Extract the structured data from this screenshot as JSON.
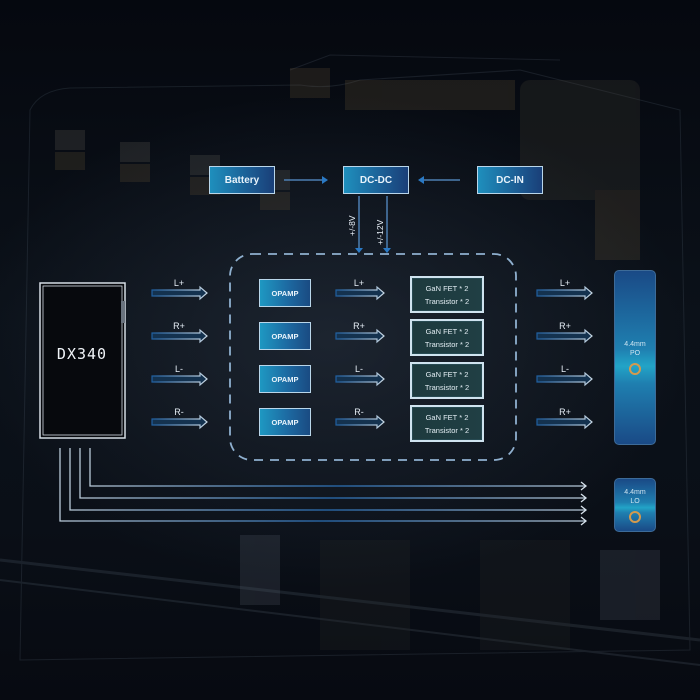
{
  "power": {
    "battery": "Battery",
    "dcdc": "DC-DC",
    "dcin": "DC-IN",
    "rails": [
      "+/-8V",
      "+/-12V"
    ]
  },
  "device": {
    "name": "DX340"
  },
  "channels": [
    {
      "input_label": "L+",
      "opamp": "OPAMP",
      "mid_label": "L+",
      "stage_line1": "GaN FET * 2",
      "stage_line2": "Transistor * 2",
      "output_label": "L+"
    },
    {
      "input_label": "R+",
      "opamp": "OPAMP",
      "mid_label": "R+",
      "stage_line1": "GaN FET * 2",
      "stage_line2": "Transistor * 2",
      "output_label": "R+"
    },
    {
      "input_label": "L-",
      "opamp": "OPAMP",
      "mid_label": "L-",
      "stage_line1": "GaN FET * 2",
      "stage_line2": "Transistor * 2",
      "output_label": "L-"
    },
    {
      "input_label": "R-",
      "opamp": "OPAMP",
      "mid_label": "R-",
      "stage_line1": "GaN FET * 2",
      "stage_line2": "Transistor * 2",
      "output_label": "R+"
    }
  ],
  "outputs": {
    "po": {
      "line1": "4.4mm",
      "line2": "PO"
    },
    "lo": {
      "line1": "4.4mm",
      "line2": "LO"
    }
  },
  "colors": {
    "accent_blue": "#1f6fb0",
    "cyan": "#22a4c7",
    "line_light": "#c9d8e6",
    "gold_ring": "#d39a4e",
    "background": "#070b13"
  }
}
